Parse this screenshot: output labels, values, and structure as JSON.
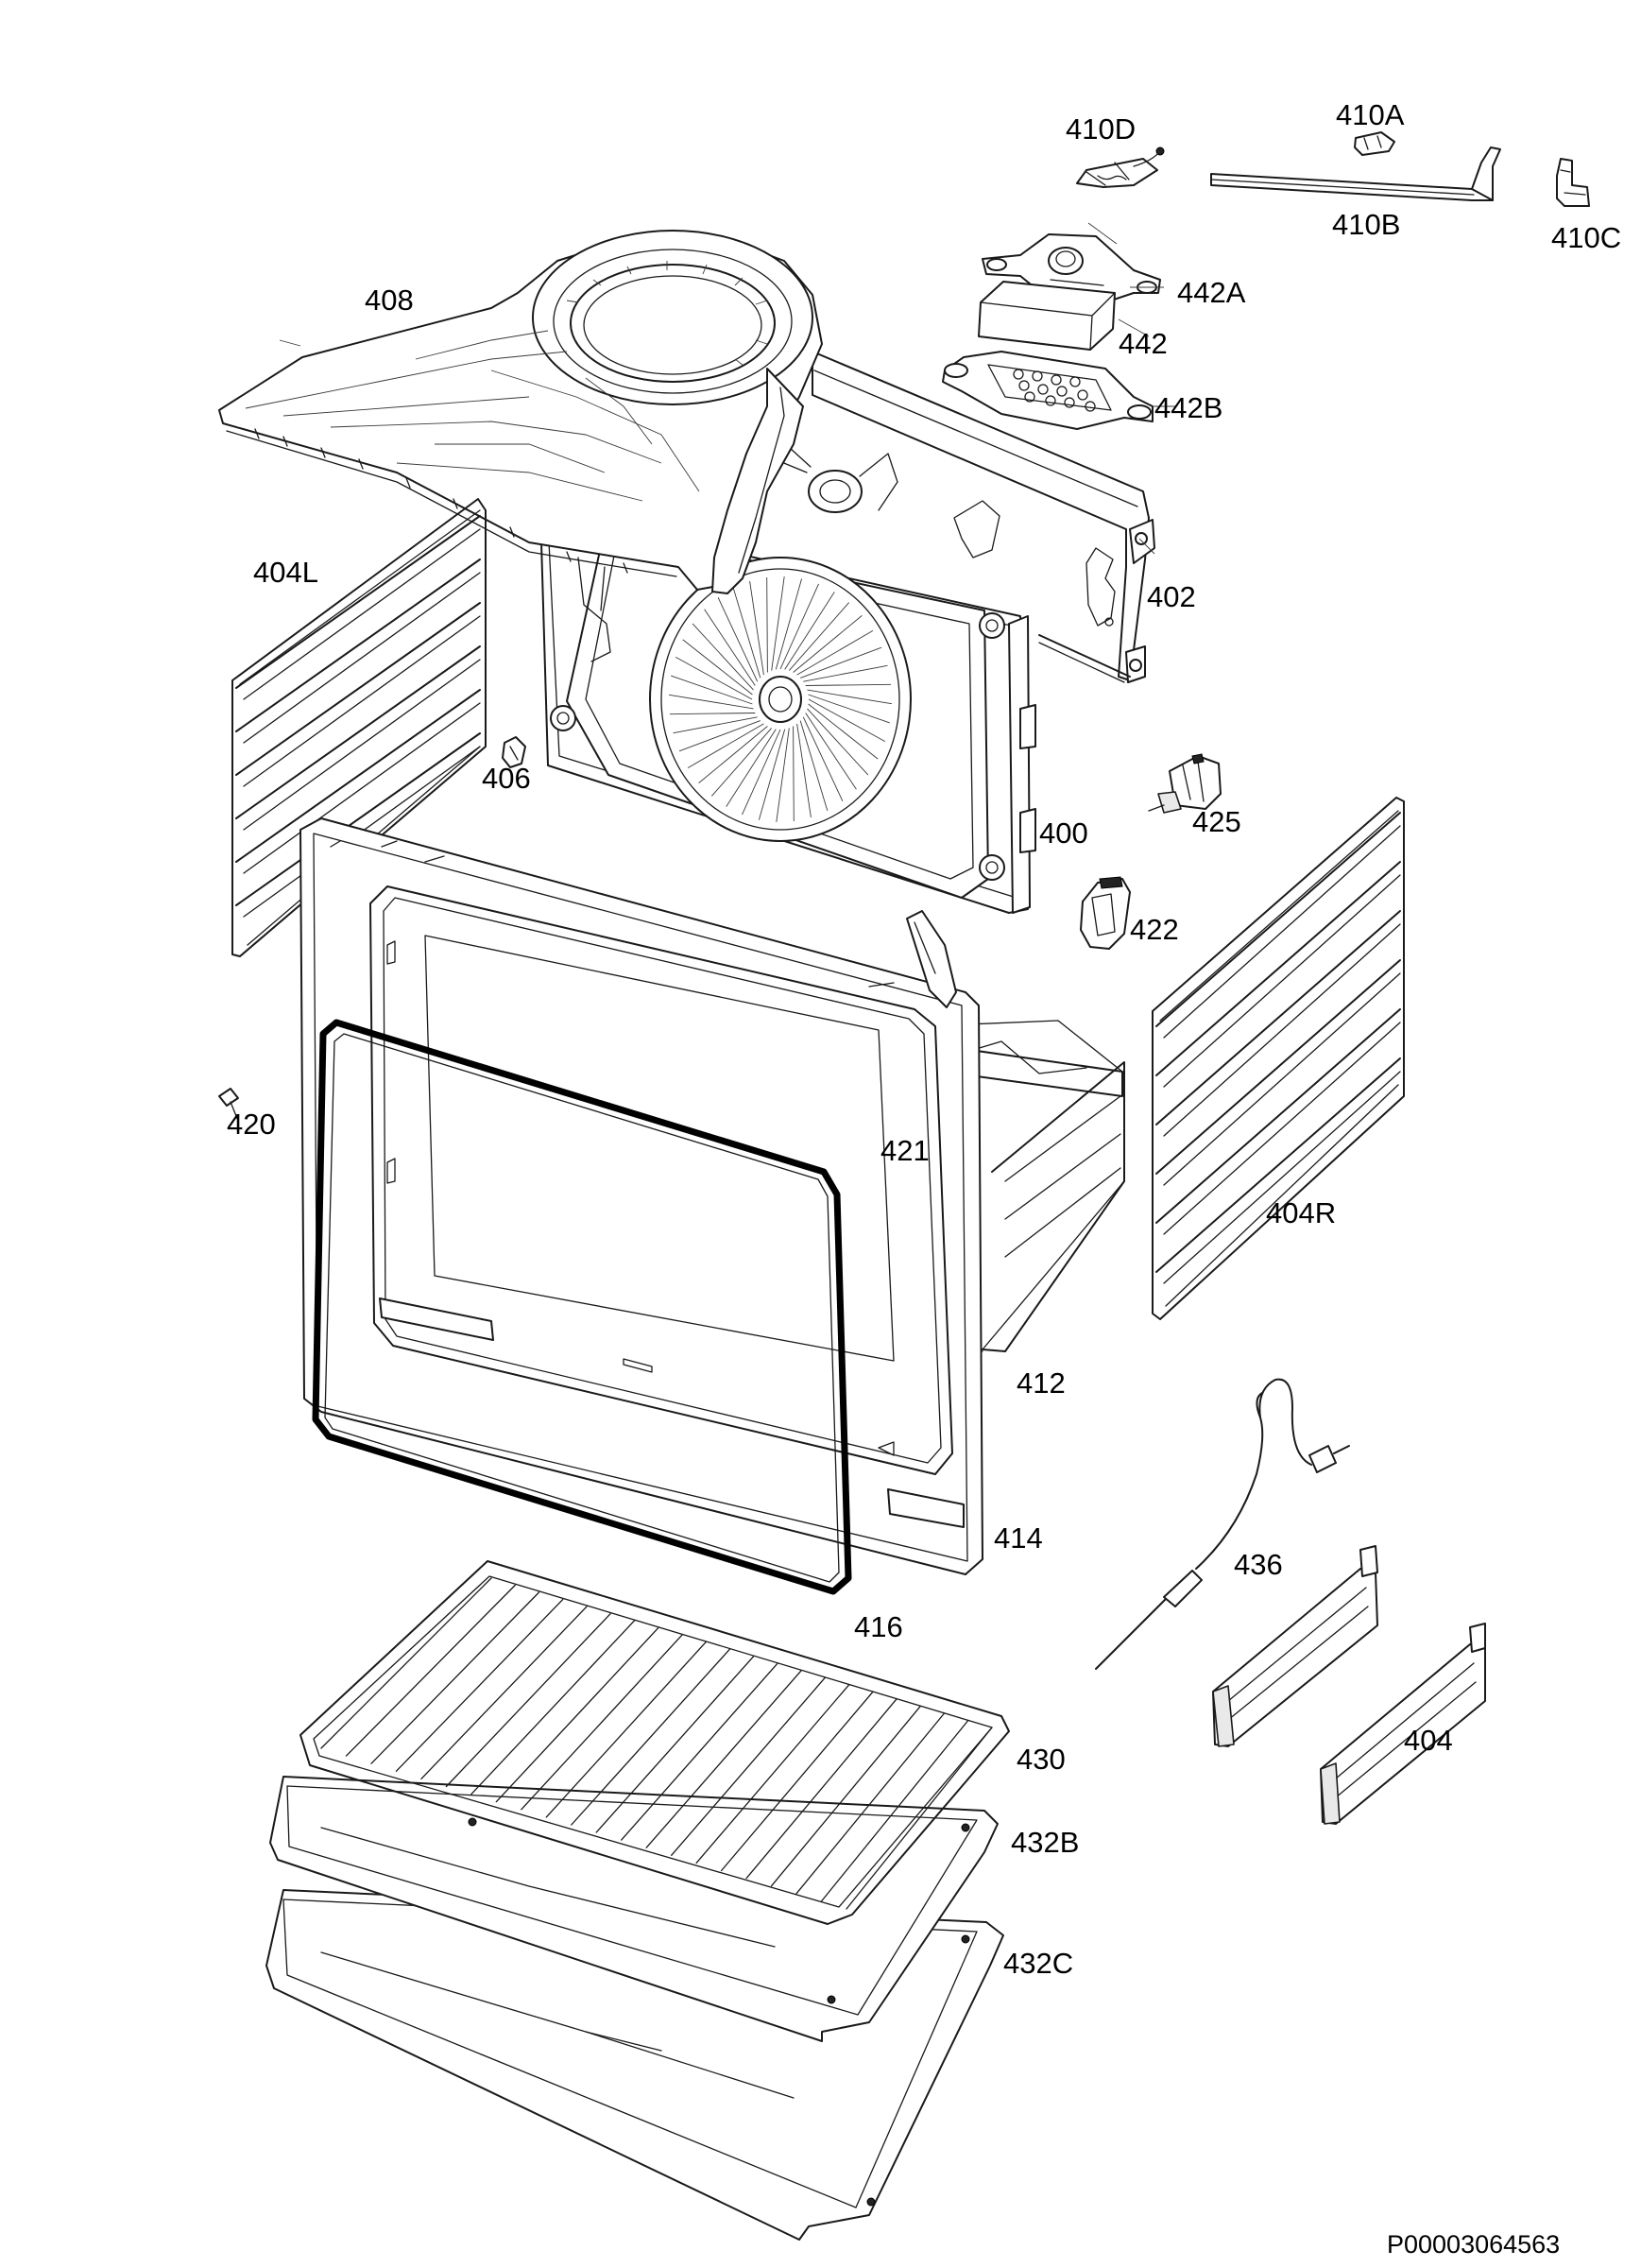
{
  "diagram": {
    "document_code": "P00003064563",
    "labels": {
      "l410D": "410D",
      "l410A": "410A",
      "l410B": "410B",
      "l410C": "410C",
      "l442A": "442A",
      "l442": "442",
      "l442B": "442B",
      "l408": "408",
      "l404L": "404L",
      "l402": "402",
      "l406": "406",
      "l425": "425",
      "l400": "400",
      "l422": "422",
      "l420": "420",
      "l421": "421",
      "l404R": "404R",
      "l412": "412",
      "l414": "414",
      "l436": "436",
      "l416": "416",
      "l404": "404",
      "l430": "430",
      "l432B": "432B",
      "l432C": "432C"
    }
  }
}
